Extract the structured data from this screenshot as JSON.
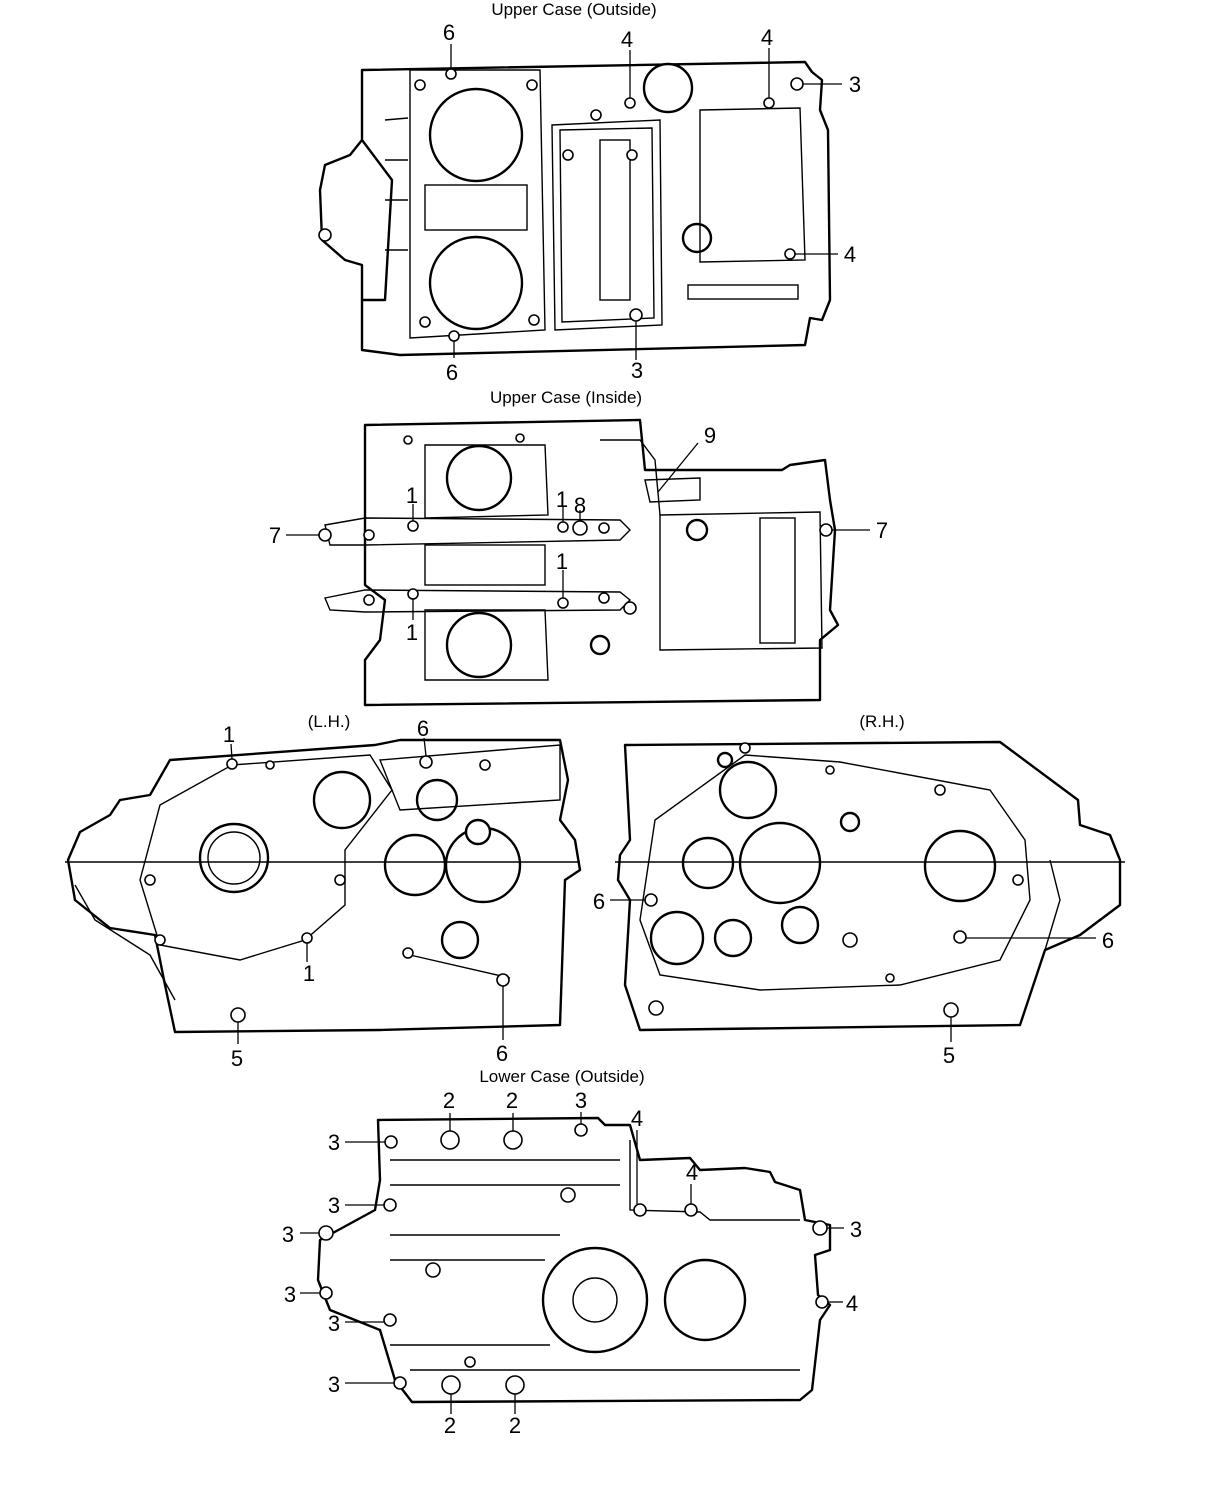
{
  "captions": {
    "upper_outside": "Upper Case (Outside)",
    "upper_inside": "Upper Case (Inside)",
    "lh": "(L.H.)",
    "rh": "(R.H.)",
    "lower_outside": "Lower Case (Outside)"
  },
  "callouts": {
    "uo": [
      "6",
      "4",
      "4",
      "3",
      "4",
      "6",
      "3"
    ],
    "ui": [
      "9",
      "1",
      "1",
      "8",
      "7",
      "7",
      "1",
      "1"
    ],
    "lh": [
      "1",
      "6",
      "1",
      "5",
      "6"
    ],
    "rh": [
      "6",
      "6",
      "5"
    ],
    "lo": [
      "2",
      "2",
      "3",
      "4",
      "3",
      "4",
      "3",
      "3",
      "3",
      "4",
      "3",
      "3",
      "3",
      "2",
      "2"
    ]
  }
}
